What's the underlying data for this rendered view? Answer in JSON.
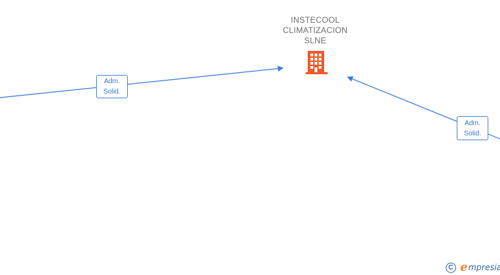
{
  "company": {
    "name_lines": [
      "INSTECOOL",
      "CLIMATIZACION",
      "SLNE"
    ],
    "icon": "building-icon",
    "icon_color": "#f05a28"
  },
  "edges": [
    {
      "label_lines": [
        "Adm.",
        "Solid."
      ]
    },
    {
      "label_lines": [
        "Adm.",
        "Solid."
      ]
    }
  ],
  "colors": {
    "edge": "#3a7bd5",
    "label_text": "#3a78c8",
    "node_text": "#6e6e6e"
  },
  "brand": {
    "copyright_symbol": "C",
    "initial": "e",
    "rest": "mpresia"
  }
}
